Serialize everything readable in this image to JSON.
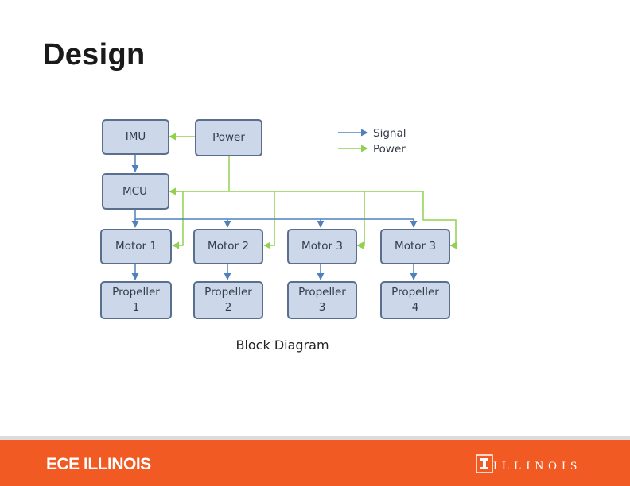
{
  "slide": {
    "title": "Design"
  },
  "nodes": {
    "imu": "IMU",
    "power": "Power",
    "mcu": "MCU",
    "motor1": "Motor 1",
    "motor2": "Motor 2",
    "motor3": "Motor 3",
    "motor4": "Motor 3",
    "prop1": "Propeller\n1",
    "prop2": "Propeller\n2",
    "prop3": "Propeller\n3",
    "prop4": "Propeller\n4"
  },
  "legend": {
    "signal_label": "Signal",
    "power_label": "Power",
    "signal_color": "#4f81bd",
    "power_color": "#92d050"
  },
  "caption": "Block Diagram",
  "footer": {
    "left_text": "ECE ILLINOIS",
    "right_text": "ILLINOIS",
    "background_color": "#f15a22"
  }
}
